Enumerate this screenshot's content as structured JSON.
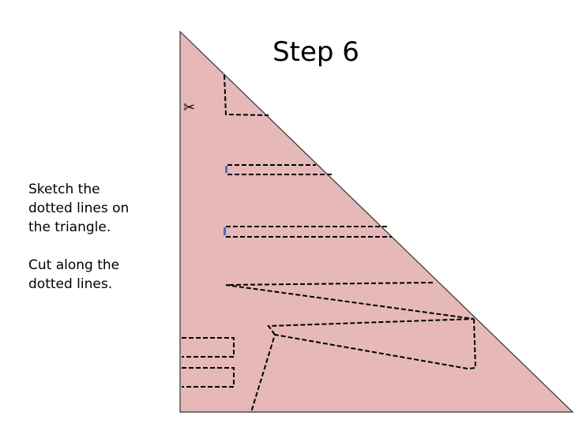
{
  "slide": {
    "title": "Step 6",
    "instructions": {
      "line1": "Sketch the",
      "line2": "dotted lines on",
      "line3": "the triangle.",
      "line4": "Cut along the",
      "line5": "dotted lines."
    },
    "scissors_glyph": "✂",
    "icon_names": [
      "scissors-icon"
    ],
    "colors": {
      "triangle_fill": "#e6b8b8",
      "triangle_stroke": "#333333",
      "cut_line": "#000000",
      "accent_mark": "#4a6fb5"
    }
  }
}
